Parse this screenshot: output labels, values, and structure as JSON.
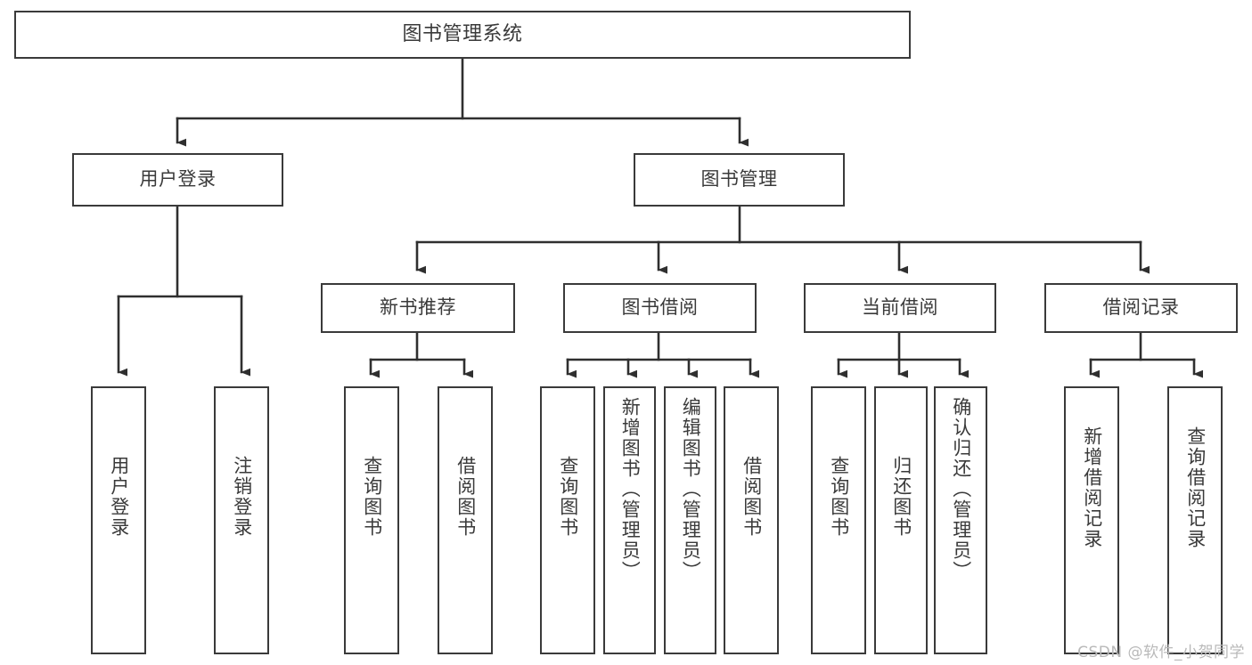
{
  "diagram": {
    "type": "tree",
    "title": "图书管理系统",
    "root": {
      "label": "图书管理系统"
    },
    "level2": [
      {
        "label": "用户登录"
      },
      {
        "label": "图书管理"
      }
    ],
    "level3": [
      {
        "label": "新书推荐"
      },
      {
        "label": "图书借阅"
      },
      {
        "label": "当前借阅"
      },
      {
        "label": "借阅记录"
      }
    ],
    "leaves": {
      "user_login": [
        {
          "label": "用户登录"
        },
        {
          "label": "注销登录"
        }
      ],
      "new_book": [
        {
          "label": "查询图书"
        },
        {
          "label": "借阅图书"
        }
      ],
      "book_borrow": [
        {
          "label": "查询图书"
        },
        {
          "label": "新增图书（管理员）"
        },
        {
          "label": "编辑图书（管理员）"
        },
        {
          "label": "借阅图书"
        }
      ],
      "current_borrow": [
        {
          "label": "查询图书"
        },
        {
          "label": "归还图书"
        },
        {
          "label": "确认归还（管理员）"
        }
      ],
      "borrow_record": [
        {
          "label": "新增借阅记录"
        },
        {
          "label": "查询借阅记录"
        }
      ]
    }
  },
  "watermark": {
    "text": "CSDN @软件_小贺同学"
  },
  "colors": {
    "stroke": "#3a3a3a",
    "background": "#ffffff",
    "text": "#3a3a3a",
    "watermark": "#b9b9b9"
  }
}
